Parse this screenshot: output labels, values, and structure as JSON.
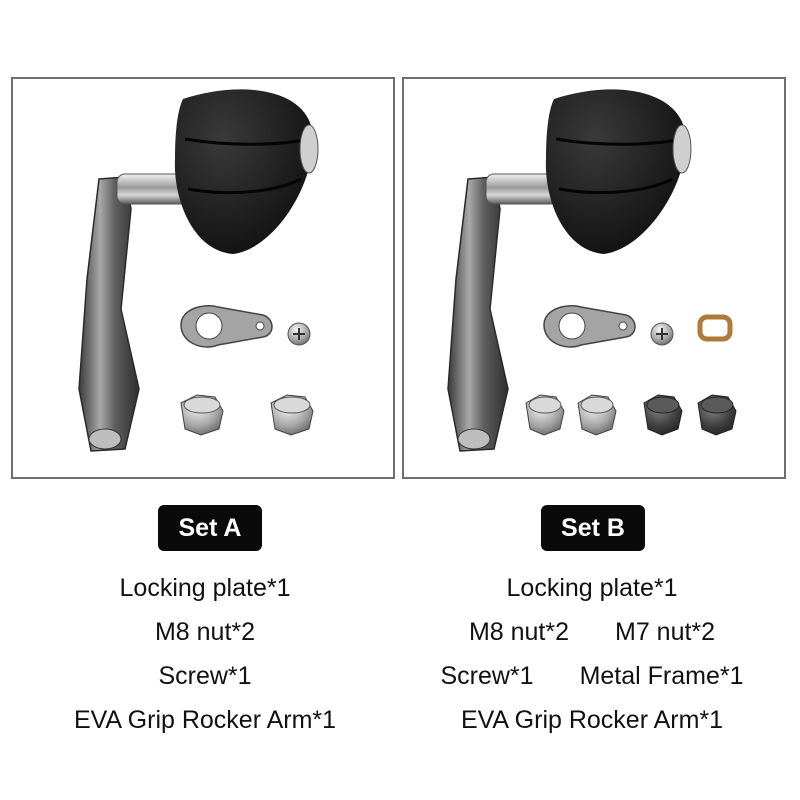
{
  "sets": [
    {
      "title": "Set A",
      "items": [
        [
          "Locking plate*1"
        ],
        [
          "M8 nut*2"
        ],
        [
          "Screw*1"
        ],
        [
          "EVA Grip Rocker Arm*1"
        ]
      ]
    },
    {
      "title": "Set B",
      "items": [
        [
          "Locking plate*1"
        ],
        [
          "M8 nut*2",
          "M7 nut*2"
        ],
        [
          "Screw*1",
          "Metal Frame*1"
        ],
        [
          "EVA Grip Rocker Arm*1"
        ]
      ]
    }
  ],
  "colors": {
    "border": "#6e6e6e",
    "badge_bg": "#0a0a0a",
    "badge_text": "#ffffff",
    "knob": "#1b1b1b",
    "metal": "#9a9a9a",
    "dark_nut": "#3d3d3d",
    "brass": "#b07a3c"
  }
}
